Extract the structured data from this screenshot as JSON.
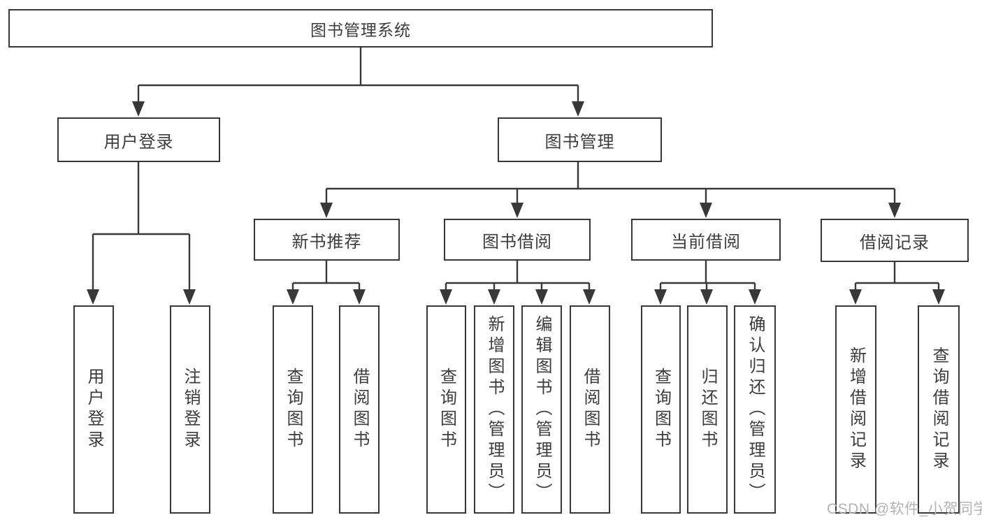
{
  "root": {
    "label": "图书管理系统"
  },
  "groups": {
    "user": {
      "label": "用户登录",
      "leaves": [
        {
          "label": "用户登录"
        },
        {
          "label": "注销登录"
        }
      ]
    },
    "book": {
      "label": "图书管理",
      "sections": [
        {
          "label": "新书推荐",
          "leaves": [
            {
              "label": "查询图书"
            },
            {
              "label": "借阅图书"
            }
          ]
        },
        {
          "label": "图书借阅",
          "leaves": [
            {
              "label": "查询图书"
            },
            {
              "label": "新增图书（管理员）"
            },
            {
              "label": "编辑图书（管理员）"
            },
            {
              "label": "借阅图书"
            }
          ]
        },
        {
          "label": "当前借阅",
          "leaves": [
            {
              "label": "查询图书"
            },
            {
              "label": "归还图书"
            },
            {
              "label": "确认归还（管理员）"
            }
          ]
        },
        {
          "label": "借阅记录",
          "leaves": [
            {
              "label": "新增借阅记录"
            },
            {
              "label": "查询借阅记录"
            }
          ]
        }
      ]
    }
  },
  "watermark": {
    "text": "CSDN @软件_小贺同学"
  },
  "colors": {
    "line": "#383838",
    "text": "#3c3c3c",
    "watermark": "#b3b3b3"
  }
}
